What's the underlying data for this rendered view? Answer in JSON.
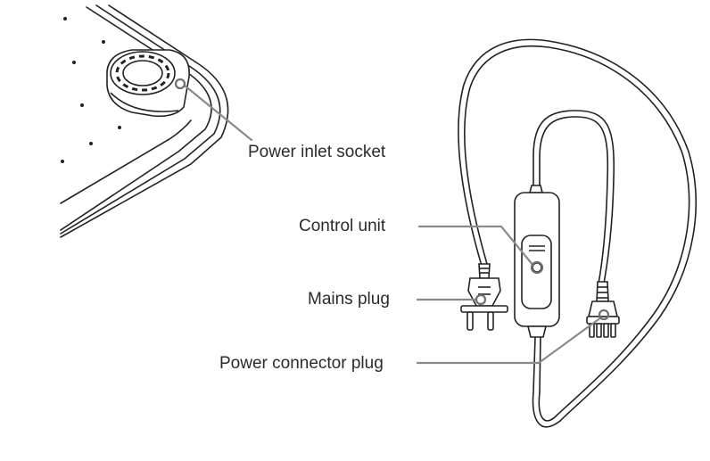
{
  "labels": {
    "power_inlet_socket": "Power inlet socket",
    "control_unit": "Control unit",
    "mains_plug": "Mains plug",
    "power_connector_plug": "Power connector plug"
  },
  "colors": {
    "outline": "#222222",
    "leader": "#8a8a8a",
    "text": "#2b2b2b"
  }
}
